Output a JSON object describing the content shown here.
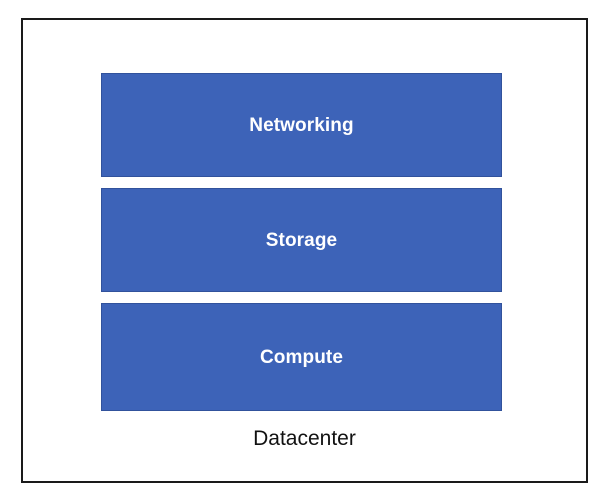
{
  "diagram": {
    "title": "Datacenter",
    "container": {
      "label": "Datacenter",
      "border_color": "#1a1a1a",
      "background_color": "#ffffff"
    },
    "layers": [
      {
        "id": "networking",
        "label": "Networking",
        "fill_color": "#3d63b8",
        "border_color": "#31529c",
        "text_color": "#ffffff",
        "order": 1
      },
      {
        "id": "storage",
        "label": "Storage",
        "fill_color": "#3d63b8",
        "border_color": "#31529c",
        "text_color": "#ffffff",
        "order": 2
      },
      {
        "id": "compute",
        "label": "Compute",
        "fill_color": "#3d63b8",
        "border_color": "#31529c",
        "text_color": "#ffffff",
        "order": 3
      }
    ],
    "caption": {
      "text": "Datacenter",
      "color": "#111111"
    }
  }
}
